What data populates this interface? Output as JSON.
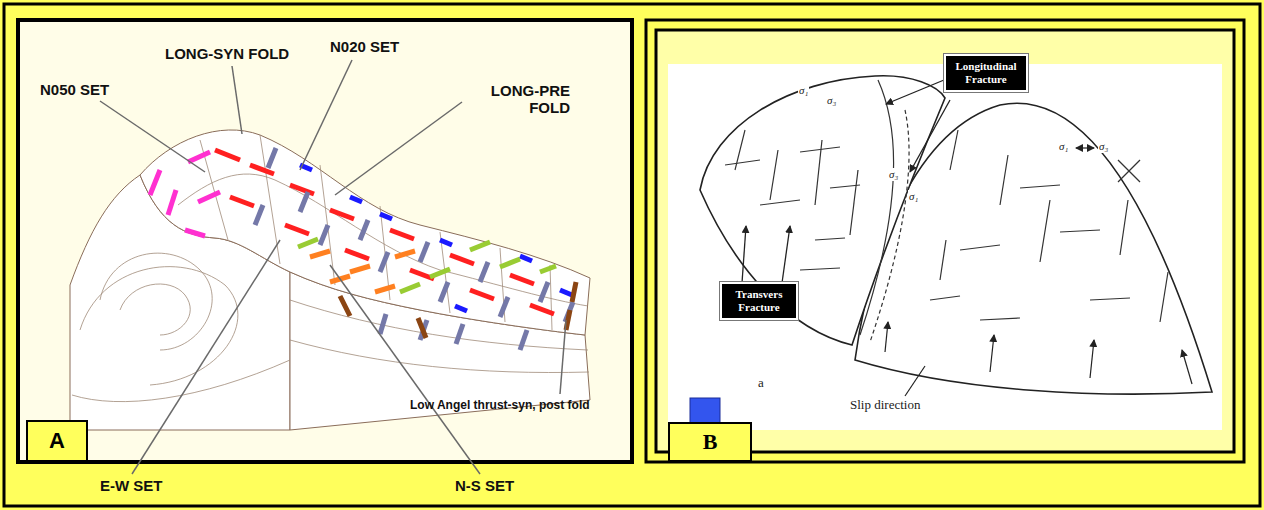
{
  "diagram": {
    "nodes": [
      {
        "text": [
          "Longitudinal Fracture"
        ]
      },
      {
        "text": [
          "Transvers Fracture"
        ]
      },
      {
        "text": [
          "A"
        ]
      },
      {
        "text": [
          "B"
        ]
      }
    ],
    "labels": [
      "LONG-SYN FOLD",
      "N020 SET",
      "N050 SET",
      "LONG-PRE FOLD",
      "Low Angel thrust-syn, post fold",
      "E-W SET",
      "N-S SET",
      "Slip direction",
      "a",
      "σ₁",
      "σ₃",
      "σ₃",
      "σ₁",
      "σ₁",
      "σ₃"
    ]
  }
}
